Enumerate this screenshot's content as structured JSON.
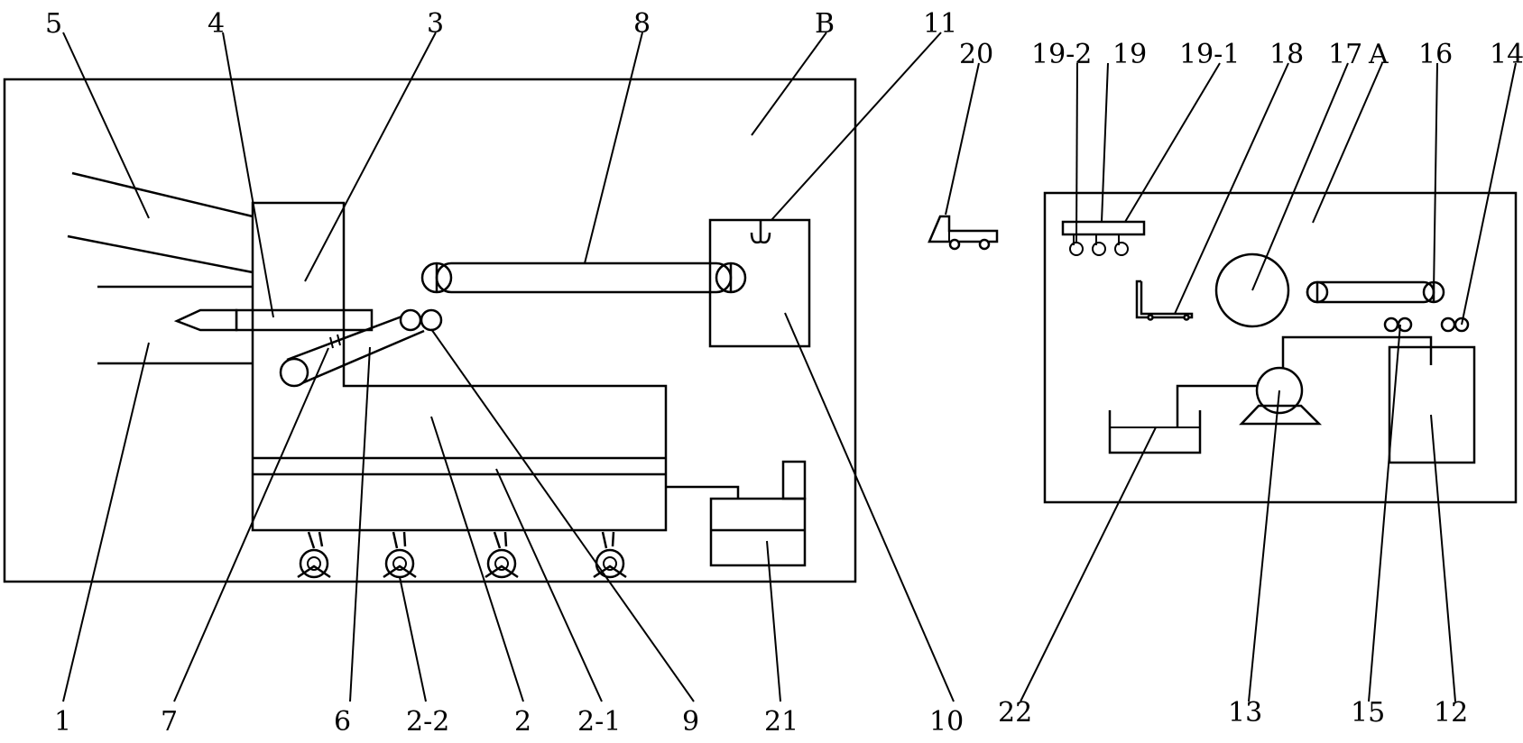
{
  "labels": {
    "l5": "5",
    "l4": "4",
    "l3": "3",
    "l8": "8",
    "lB": "B",
    "l11": "11",
    "l20": "20",
    "l19_2": "19-2",
    "l19": "19",
    "l19_1": "19-1",
    "l18": "18",
    "l17": "17",
    "lA": "A",
    "l16": "16",
    "l14": "14",
    "l1": "1",
    "l7": "7",
    "l6": "6",
    "l2_2": "2-2",
    "l2": "2",
    "l2_1": "2-1",
    "l9": "9",
    "l21": "21",
    "l10": "10",
    "l22": "22",
    "l13": "13",
    "l15": "15",
    "l12": "12"
  }
}
